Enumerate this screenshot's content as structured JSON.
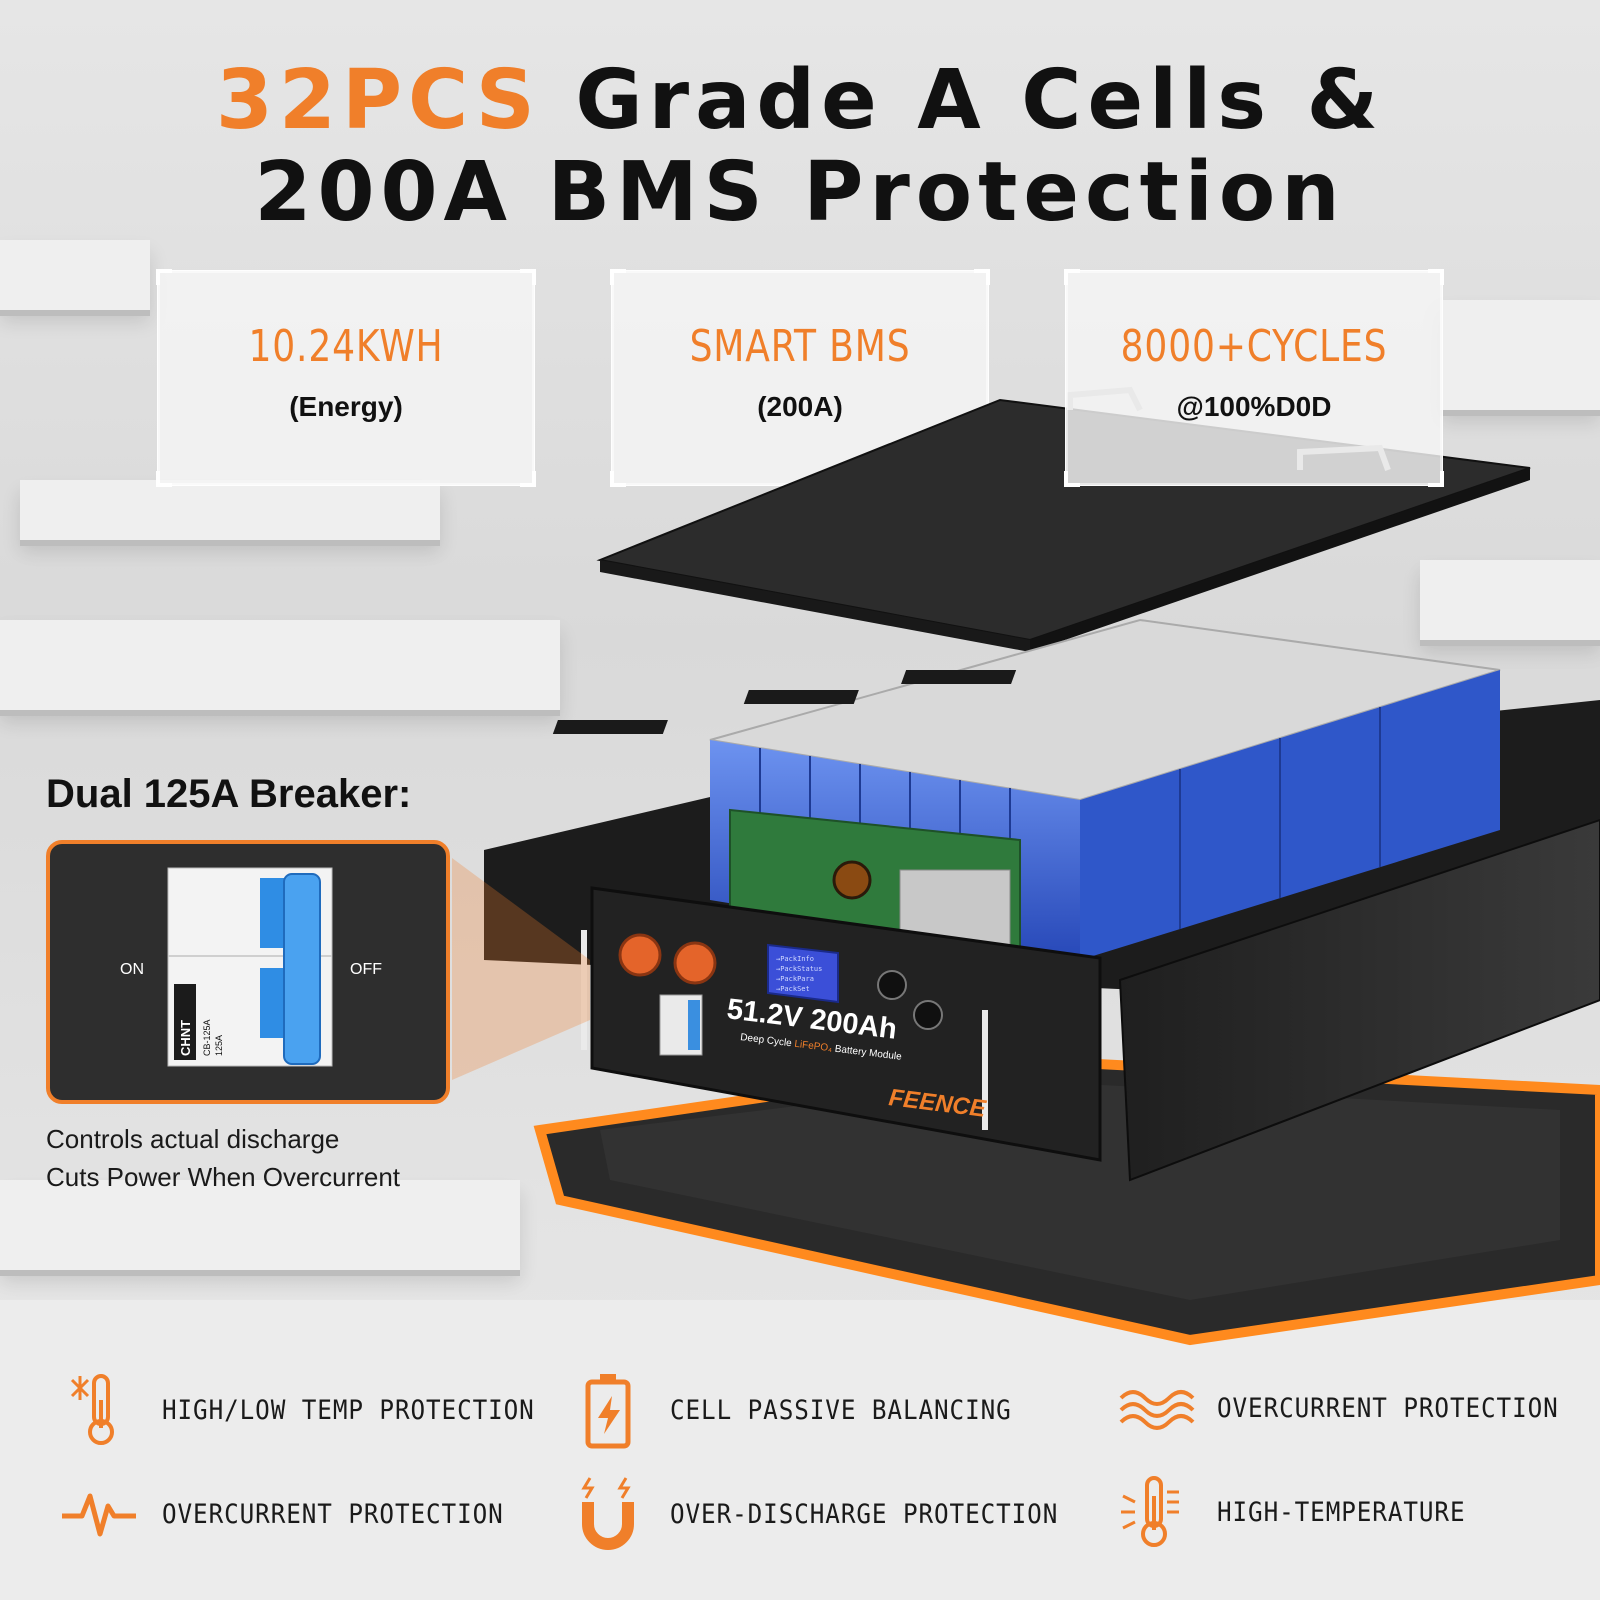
{
  "headline": {
    "accent": "32PCS",
    "line1_rest": " Grade A Cells &",
    "line2": "200A BMS Protection"
  },
  "stats": [
    {
      "value": "10.24KWH",
      "label": "(Energy)"
    },
    {
      "value": "SMART BMS",
      "label": "(200A)"
    },
    {
      "value": "8000+CYCLES",
      "label": "@100%D0D"
    }
  ],
  "breaker": {
    "title": "Dual 125A Breaker:",
    "on_label": "ON",
    "off_label": "OFF",
    "brand": "CHNT",
    "model": "CB-125A",
    "rating": "125A",
    "desc_line1": "Controls actual discharge",
    "desc_line2": "Cuts Power When Overcurrent"
  },
  "battery": {
    "voltage_capacity": "51.2V 200Ah",
    "subtitle_pre": "Deep Cycle ",
    "chemistry": "LiFePO₄",
    "subtitle_post": " Battery Module",
    "brand": "FEENCE",
    "lcd_lines": [
      "→PackInfo",
      "→PackStatus",
      "→PackPara",
      "→PackSet"
    ]
  },
  "features": [
    {
      "icon": "thermometer-snowflake-icon",
      "label": "HIGH/LOW TEMP PROTECTION"
    },
    {
      "icon": "battery-bolt-icon",
      "label": "CELL PASSIVE BALANCING"
    },
    {
      "icon": "waves-icon",
      "label": "OVERCURRENT PROTECTION"
    },
    {
      "icon": "pulse-icon",
      "label": "OVERCURRENT PROTECTION"
    },
    {
      "icon": "magnet-icon",
      "label": "OVER-DISCHARGE PROTECTION"
    },
    {
      "icon": "thermometer-heat-icon",
      "label": "HIGH-TEMPERATURE"
    }
  ],
  "colors": {
    "accent": "#f07f2a",
    "cell_blue": "#3a66d6",
    "case": "#262626",
    "pcb": "#2f7a3c"
  }
}
